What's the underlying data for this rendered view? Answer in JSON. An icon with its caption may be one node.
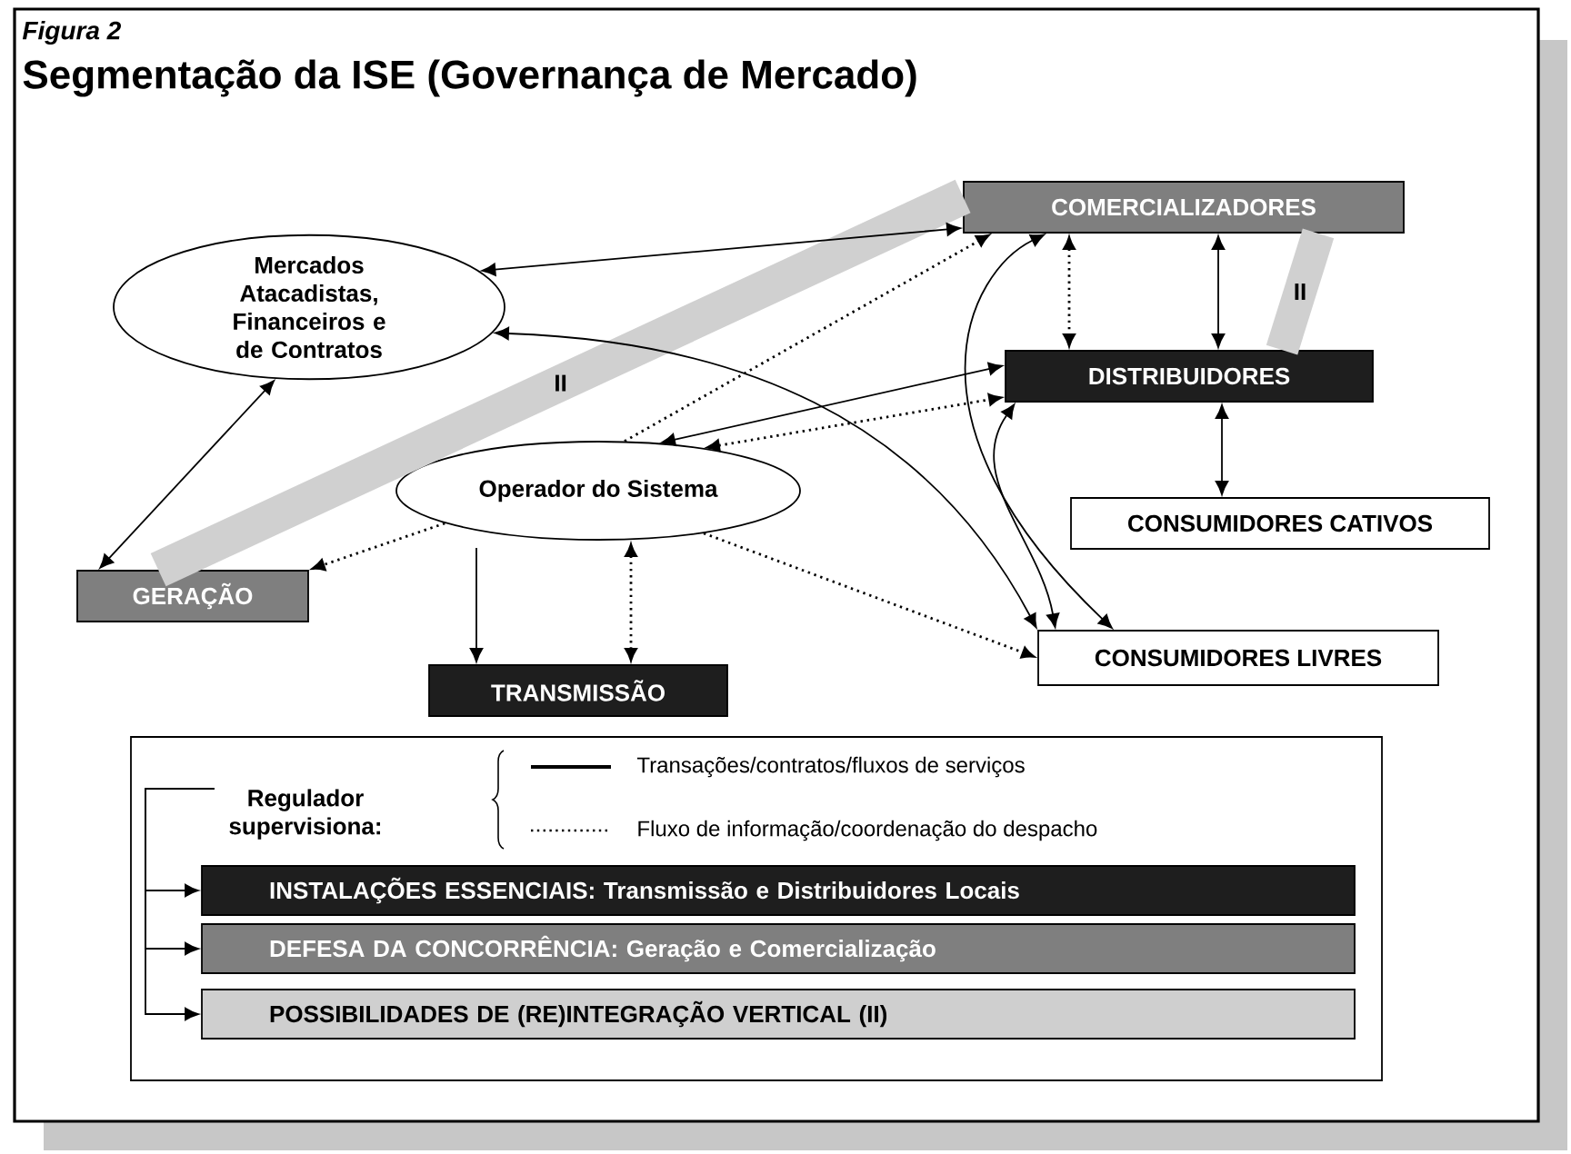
{
  "diagram": {
    "title": "Segmentação da ISE (Governança de Mercado)",
    "nodes": [
      {
        "text": [
          "Mercados Atacadistas, Financeiros e de Contratos"
        ]
      },
      {
        "text": [
          "COMERCIALIZADORES"
        ]
      },
      {
        "text": [
          "DISTRIBUIDORES"
        ]
      },
      {
        "text": [
          "Operador do Sistema"
        ]
      },
      {
        "text": [
          "GERAÇÃO"
        ]
      },
      {
        "text": [
          "CONSUMIDORES CATIVOS"
        ]
      },
      {
        "text": [
          "TRANSMISSÃO"
        ]
      },
      {
        "text": [
          "CONSUMIDORES LIVRES"
        ]
      },
      {
        "text": [],
        "shape": "box"
      },
      {
        "text": [
          "Regulador supervisiona:"
        ],
        "in": 8
      },
      {
        "text": [
          "INSTALAÇÕES ESSENCIAIS: Transmissão e Distribuidores Locais"
        ],
        "in": 8
      },
      {
        "text": [
          "DEFESA DA CONCORRÊNCIA: Geração e Comercialização"
        ],
        "in": 8
      },
      {
        "text": [
          "POSSIBILIDADES DE (RE)INTEGRAÇÃO VERTICAL (II)"
        ],
        "in": 8
      }
    ],
    "edges": [
      {
        "from": 0,
        "to": 4,
        "arrow": "both"
      },
      {
        "from": 0,
        "to": 1,
        "arrow": "both"
      },
      {
        "from": 0,
        "to": 7,
        "arrow": "both"
      },
      {
        "from": 3,
        "to": 1,
        "arrow": "to",
        "style": "dashed"
      },
      {
        "from": 1,
        "to": 7,
        "arrow": "both"
      },
      {
        "from": 1,
        "to": 2,
        "arrow": "both",
        "style": "dashed"
      },
      {
        "from": 1,
        "to": 2,
        "arrow": "both"
      },
      {
        "from": 3,
        "to": 2,
        "arrow": "both"
      },
      {
        "from": 3,
        "to": 2,
        "arrow": "both",
        "style": "dashed"
      },
      {
        "from": 2,
        "to": 7,
        "arrow": "both"
      },
      {
        "from": 2,
        "to": 5,
        "arrow": "both"
      },
      {
        "from": 3,
        "to": 4,
        "arrow": "to",
        "style": "dashed"
      },
      {
        "from": 3,
        "to": 7,
        "arrow": "to",
        "style": "dashed"
      },
      {
        "from": 3,
        "to": 6,
        "arrow": "to"
      },
      {
        "from": 3,
        "to": 6,
        "arrow": "both",
        "style": "dashed"
      },
      {
        "from": 4,
        "to": 1,
        "arrow": "none",
        "label": "II",
        "style": "thick",
        "color": "#d0d0d0"
      },
      {
        "from": 1,
        "to": 2,
        "arrow": "none",
        "label": "II",
        "style": "thick",
        "color": "#d0d0d0"
      },
      {
        "from": 9,
        "to": 10,
        "arrow": "to"
      },
      {
        "from": 9,
        "to": 11,
        "arrow": "to"
      },
      {
        "from": 9,
        "to": 12,
        "arrow": "to"
      }
    ],
    "labels": [
      "Figura 2"
    ],
    "legend": [
      {
        "text": "Transações/contratos/fluxos de serviços"
      },
      {
        "text": "Fluxo de informação/coordenação do despacho"
      }
    ]
  }
}
